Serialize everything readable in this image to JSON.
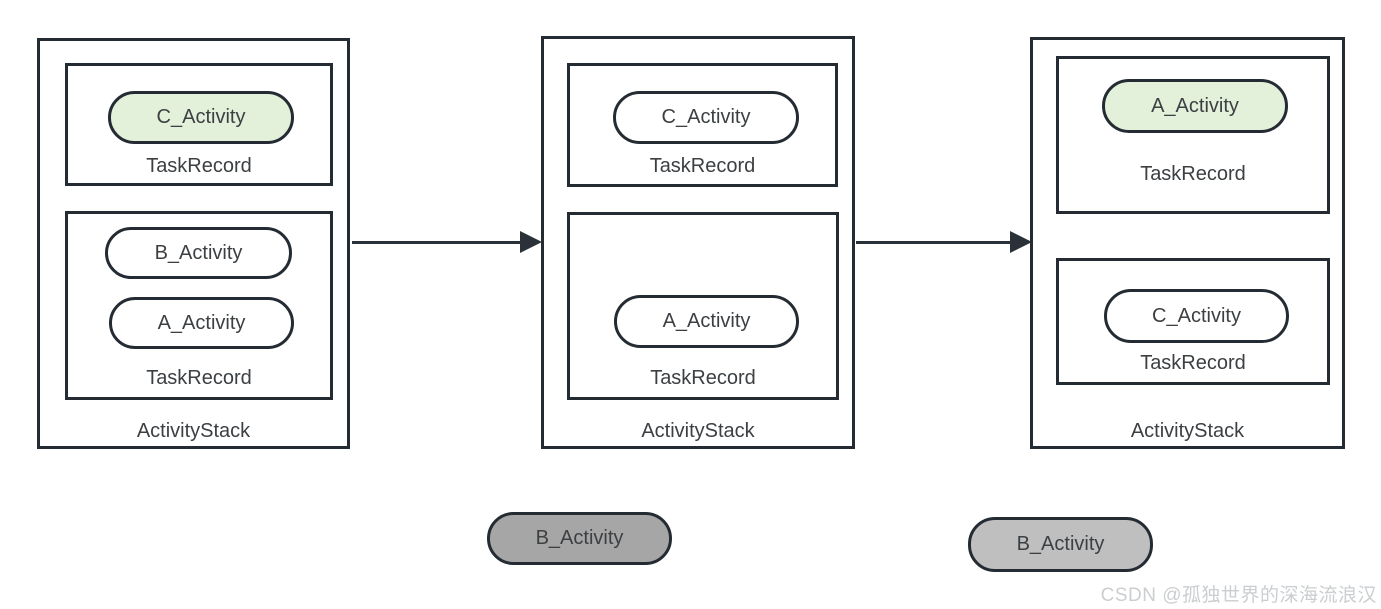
{
  "colors": {
    "border": "#242b33",
    "text": "#3c4043",
    "activity_highlight_green": "#e3f1da",
    "activity_default_white": "#ffffff",
    "destroyed_gray_dark": "#a6a6a6",
    "destroyed_gray_light": "#bfbfbf",
    "arrow": "#2b3138",
    "watermark": "#cbced0"
  },
  "stacks": [
    {
      "label": "ActivityStack",
      "tasks": [
        {
          "label": "TaskRecord",
          "activities": [
            {
              "name": "C_Activity",
              "highlight": "green"
            }
          ]
        },
        {
          "label": "TaskRecord",
          "activities": [
            {
              "name": "B_Activity",
              "highlight": "none"
            },
            {
              "name": "A_Activity",
              "highlight": "none"
            }
          ]
        }
      ]
    },
    {
      "label": "ActivityStack",
      "tasks": [
        {
          "label": "TaskRecord",
          "activities": [
            {
              "name": "C_Activity",
              "highlight": "none"
            }
          ]
        },
        {
          "label": "TaskRecord",
          "activities": [
            {
              "name": "A_Activity",
              "highlight": "none"
            }
          ]
        }
      ]
    },
    {
      "label": "ActivityStack",
      "tasks": [
        {
          "label": "TaskRecord",
          "activities": [
            {
              "name": "A_Activity",
              "highlight": "green"
            }
          ]
        },
        {
          "label": "TaskRecord",
          "activities": [
            {
              "name": "C_Activity",
              "highlight": "none"
            }
          ]
        }
      ]
    }
  ],
  "destroyed_activities": [
    {
      "name": "B_Activity",
      "shade": "dark"
    },
    {
      "name": "B_Activity",
      "shade": "light"
    }
  ],
  "watermark": "CSDN @孤独世界的深海流浪汉"
}
